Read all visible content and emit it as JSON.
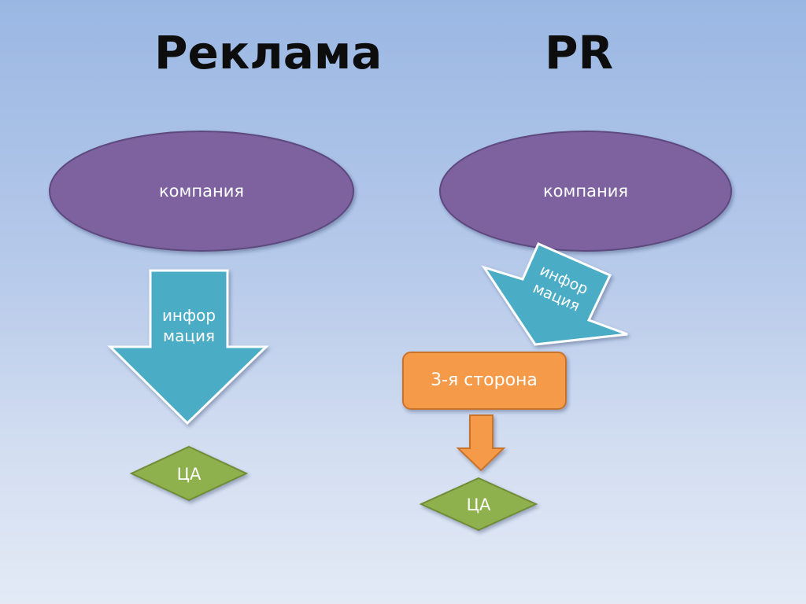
{
  "titles": {
    "left": "Реклама",
    "right": "PR"
  },
  "left": {
    "company": "компания",
    "info_line1": "инфор",
    "info_line2": "мация",
    "audience": "ЦА"
  },
  "right": {
    "company": "компания",
    "info_line1": "инфор",
    "info_line2": "мация",
    "third_party": "3-я сторона",
    "audience": "ЦА"
  },
  "colors": {
    "ellipse": "#7e62a0",
    "info_arrow": "#4badc5",
    "third_party_box": "#f59a48",
    "small_arrow": "#f59a48",
    "diamond": "#8fb14d"
  }
}
